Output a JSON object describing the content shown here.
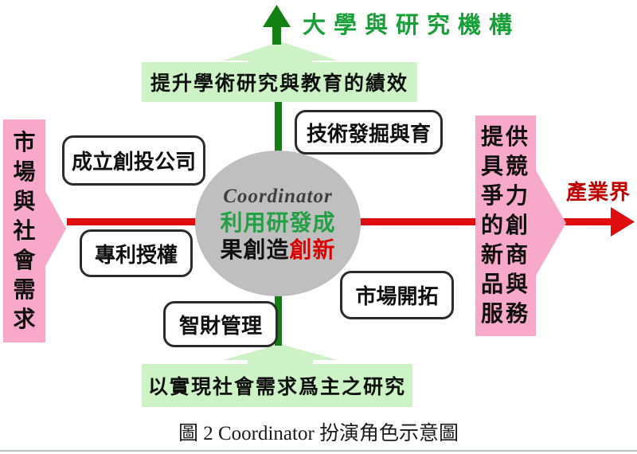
{
  "colors": {
    "pink": "#F8A9C9",
    "light_green": "#CDF2C6",
    "dark_green": "#128012",
    "red": "#DF0D0D",
    "gray_circle": "#BFBFBF",
    "green_label": "#18A038",
    "red_label": "#C00000",
    "center_green": "#22A043",
    "center_red": "#DD0000"
  },
  "top": {
    "university_label": "大學與研究機構",
    "achievement_box": "提升學術研究與教育的績效"
  },
  "left_flow": {
    "market_needs": "市場與社會需求"
  },
  "right_flow": {
    "competitive_offer": "提供具競爭力的創新商品與服務",
    "industry_label": "產業界"
  },
  "bottom": {
    "research_box": "以實現社會需求爲主之研究"
  },
  "center": {
    "title": "Coordinator",
    "line2": "利用研發成",
    "line3_black": "果創造",
    "line3_red": "創新"
  },
  "boxes": {
    "venture": "成立創投公司",
    "tech_discovery": "技術發掘與育",
    "patent": "專利授權",
    "ip_management": "智財管理",
    "market_dev": "市場開拓"
  },
  "caption": "圖 2 Coordinator 扮演角色示意圖"
}
